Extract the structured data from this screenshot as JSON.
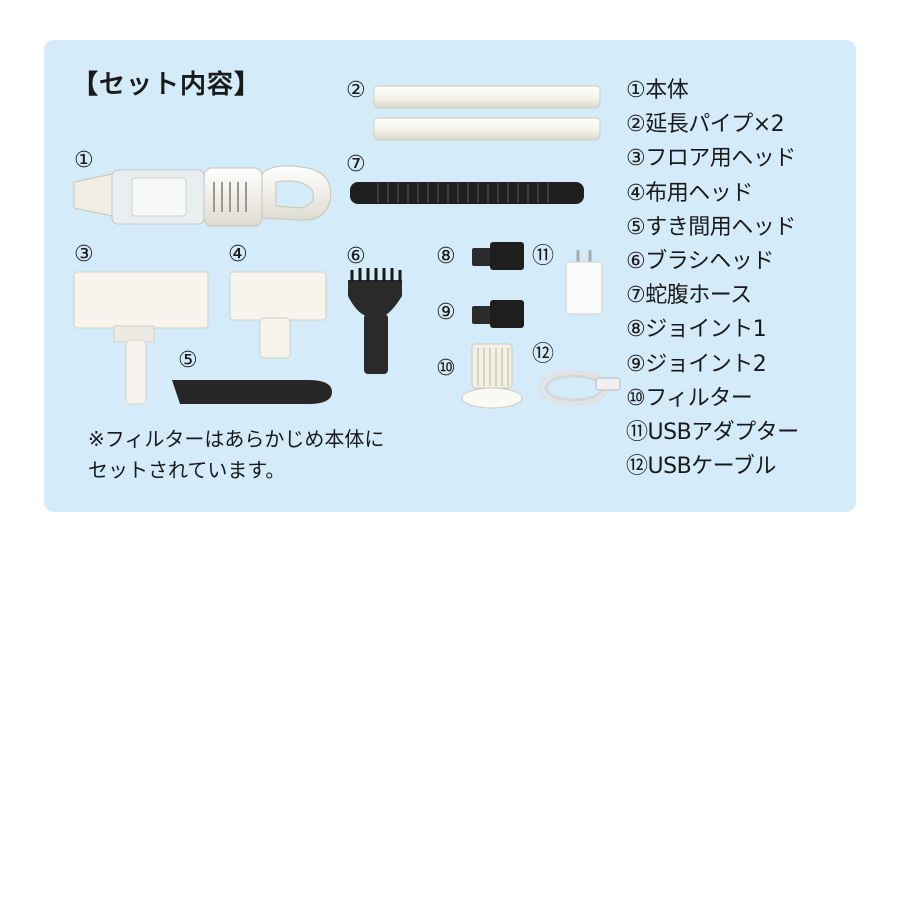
{
  "title": "【セット内容】",
  "markers": {
    "m1": "①",
    "m2": "②",
    "m3": "③",
    "m4": "④",
    "m5": "⑤",
    "m6": "⑥",
    "m7": "⑦",
    "m8": "⑧",
    "m9": "⑨",
    "m10": "⑩",
    "m11": "⑪",
    "m12": "⑫"
  },
  "contents": [
    "①本体",
    "②延長パイプ×2",
    "③フロア用ヘッド",
    "④布用ヘッド",
    "⑤すき間用ヘッド",
    "⑥ブラシヘッド",
    "⑦蛇腹ホース",
    "⑧ジョイント1",
    "⑨ジョイント2",
    "⑩フィルター",
    "⑪USBアダプター",
    "⑫USBケーブル"
  ],
  "note": {
    "line1": "※フィルターはあらかじめ本体に",
    "line2": "セットされています。"
  },
  "colors": {
    "panel": "#d4ecfa",
    "white_part": "#f4f2ea",
    "black_part": "#222222"
  }
}
